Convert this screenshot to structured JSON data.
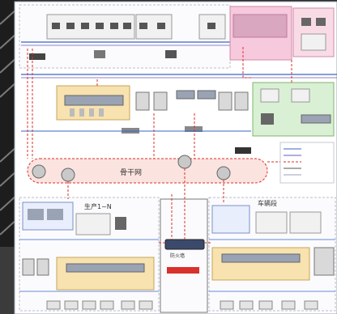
{
  "backbone": {
    "label": "骨干网"
  },
  "workshop_left": {
    "title": "生产1~N"
  },
  "workshop_right": {
    "title": "车辆段"
  },
  "center_device": {
    "label": "防火墙"
  },
  "colors": {
    "background": "#ffffff",
    "frame_stroke": "#8a94a6",
    "red_dashed": "#d9312b",
    "blue_line": "#3a64c8",
    "purple_line": "#6c5ab8",
    "backbone_fill": "#fbe3df",
    "yellow_panel": "#f7e2b0",
    "green_panel": "#d9f0d4",
    "pink_panel": "#f6c9dd",
    "blue_panel": "#d4e3f6"
  }
}
